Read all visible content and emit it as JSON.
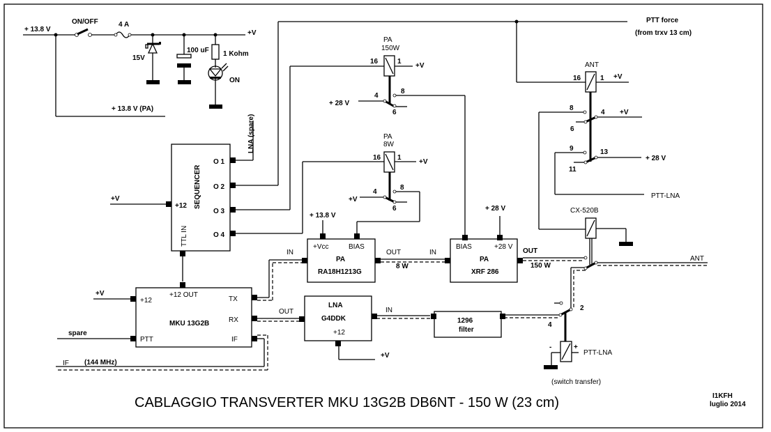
{
  "title": "CABLAGGIO TRANSVERTER MKU 13G2B DB6NT - 150 W (23 cm)",
  "author": "I1KFH",
  "date": "luglio 2014",
  "power_section": {
    "input": "+ 13.8 V",
    "switch": "ON/OFF",
    "fuse": "4 A",
    "zener": "15V",
    "capacitor": "100 uF",
    "resistor": "1 Kohm",
    "led": "ON",
    "output": "+V",
    "pa_supply": "+ 13.8 V (PA)"
  },
  "ptt": {
    "force": "PTT force",
    "force_note": "(from trxv 13 cm)"
  },
  "relay_pa150": {
    "title1": "PA",
    "title2": "150W",
    "pin16": "16",
    "pin1": "1",
    "supply": "+V",
    "pin4": "4",
    "pin8": "8",
    "pin6": "6",
    "in": "+ 28 V"
  },
  "relay_pa8": {
    "title1": "PA",
    "title2": "8W",
    "pin16": "16",
    "pin1": "1",
    "supply": "+V",
    "pin4": "4",
    "pin8": "8",
    "pin6": "6",
    "in": "+V"
  },
  "relay_ant": {
    "title": "ANT",
    "pin16": "16",
    "pin1": "1",
    "supply": "+V",
    "pin8": "8",
    "pin4": "4",
    "pin4_supply": "+V",
    "pin6": "6",
    "pin9": "9",
    "pin13": "13",
    "pin13_supply": "+ 28 V",
    "pin11": "11",
    "ptt_lna": "PTT-LNA"
  },
  "sequencer": {
    "title": "SEQUENCER",
    "supply_label": "+V",
    "pin_12": "+12",
    "ttl_in": "TTL IN",
    "outputs": [
      "O 1",
      "O 2",
      "O 3",
      "O 4"
    ],
    "lna_spare": "LNA (spare)"
  },
  "pa_ra": {
    "title": "PA",
    "model": "RA18H1213G",
    "vcc": "+Vcc",
    "bias": "BIAS",
    "vcc_supply": "+ 13.8 V",
    "in": "IN",
    "out": "OUT",
    "out_power": "8 W"
  },
  "pa_xrf": {
    "title": "PA",
    "model": "XRF 286",
    "bias": "BIAS",
    "p28": "+28 V",
    "supply": "+ 28 V",
    "in": "IN",
    "out": "OUT",
    "out_power": "150 W"
  },
  "coax_relay": {
    "title": "CX-520B",
    "ant": "ANT"
  },
  "mku": {
    "title": "MKU 13G2B",
    "p12out": "+12 OUT",
    "p12": "+12",
    "ptt": "PTT",
    "tx": "TX",
    "rx": "RX",
    "if": "IF",
    "supply": "+V",
    "spare": "spare",
    "if_label": "IF",
    "if_freq": "(144 MHz)"
  },
  "lna": {
    "title": "LNA",
    "model": "G4DDK",
    "p12": "+12",
    "supply": "+V",
    "out": "OUT",
    "in": "IN"
  },
  "filter": {
    "line1": "1296",
    "line2": "filter"
  },
  "transfer_switch": {
    "pin2": "2",
    "pin4": "4",
    "minus": "-",
    "plus": "+",
    "ptt_lna": "PTT-LNA",
    "note": "(switch transfer)"
  }
}
